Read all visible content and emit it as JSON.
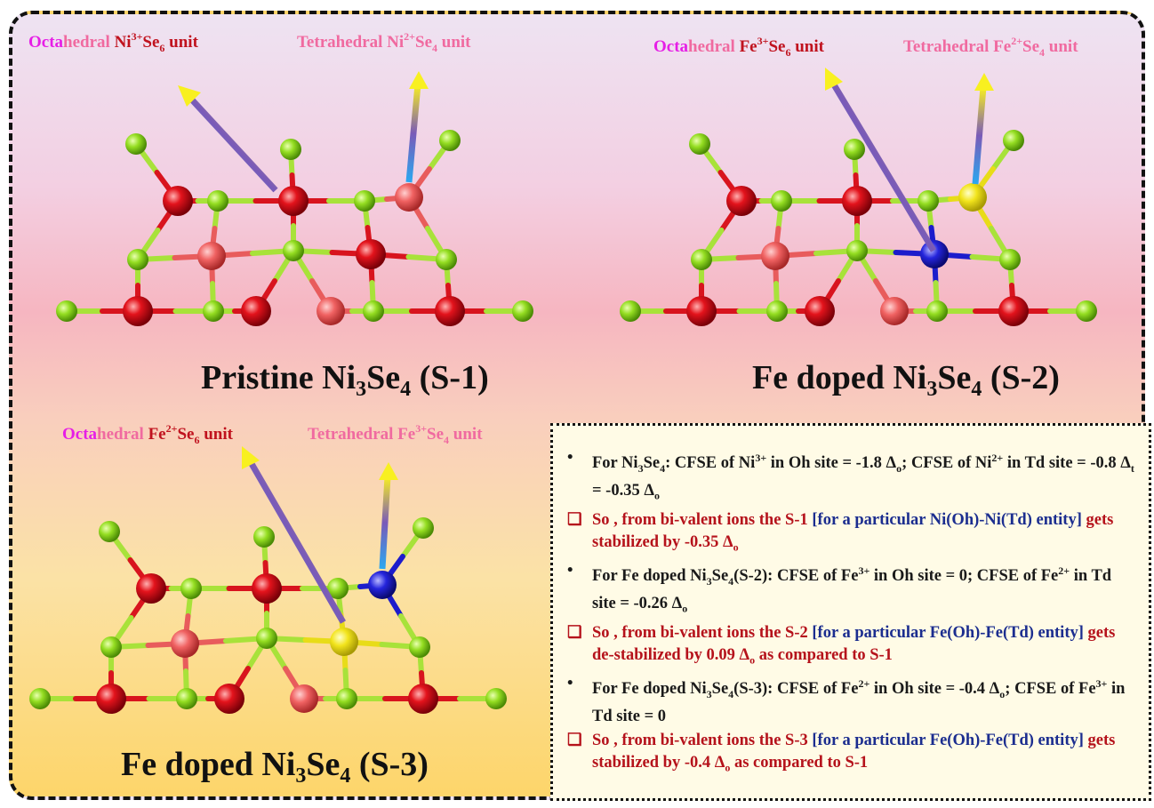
{
  "panels": {
    "s1": {
      "label_oct": {
        "p1": "Octa",
        "p2": "hedral ",
        "p3": "Ni",
        "p3sup": "3+",
        "p4": "Se",
        "p4sub": "6",
        "p5": " unit"
      },
      "label_tet": {
        "p1": "Tetrahedral ",
        "p2": "Ni",
        "p2sup": "2+",
        "p3": "Se",
        "p3sub": "4",
        "p4": " unit"
      },
      "title": {
        "a": "Pristine Ni",
        "b": "3",
        "c": "Se",
        "d": "4",
        "e": " (S-1)"
      }
    },
    "s2": {
      "label_oct": {
        "p1": "Octa",
        "p2": "hedral ",
        "p3": "Fe",
        "p3sup": "3+",
        "p4": "Se",
        "p4sub": "6",
        "p5": " unit"
      },
      "label_tet": {
        "p1": "Tetrahedral ",
        "p2": "Fe",
        "p2sup": "2+",
        "p3": "Se",
        "p3sub": "4",
        "p4": " unit"
      },
      "title": {
        "a": "Fe doped Ni",
        "b": "3",
        "c": "Se",
        "d": "4",
        "e": " (S-2)"
      }
    },
    "s3": {
      "label_oct": {
        "p1": "Octa",
        "p2": "hedral ",
        "p3": "Fe",
        "p3sup": "2+",
        "p4": "Se",
        "p4sub": "6",
        "p5": " unit"
      },
      "label_tet": {
        "p1": "Tetrahedral ",
        "p2": "Fe",
        "p2sup": "3+",
        "p3": "Se",
        "p3sub": "4",
        "p4": " unit"
      },
      "title": {
        "a": "Fe doped Ni",
        "b": "3",
        "c": "Se",
        "d": "4",
        "e": " (S-3)"
      }
    }
  },
  "info": {
    "b1": {
      "t1": "For Ni",
      "t1s": "3",
      "t2": "Se",
      "t2s": "4",
      "t3": ": CFSE of Ni",
      "t3p": "3+",
      "t4": " in Oh site = -1.8 Δ",
      "t4s": "o",
      "t5": "; CFSE of Ni",
      "t5p": "2+",
      "t6": " in Td site = -0.8 Δ",
      "t6s": "t",
      "t7": " = -0.35 Δ",
      "t7s": "o"
    },
    "q1": {
      "t1": "So , from bi-valent ions the S-1 ",
      "t2": "[for a particular Ni(Oh)-Ni(Td) entity]",
      "t3": " gets stabilized by -0.35 Δ",
      "t3s": "o"
    },
    "b2": {
      "t1": "For Fe doped Ni",
      "t1s": "3",
      "t2": "Se",
      "t2s": "4",
      "t3": "(S-2): CFSE of Fe",
      "t3p": "3+",
      "t4": " in Oh site = 0; CFSE of Fe",
      "t4p": "2+",
      "t5": " in Td site = -0.26 Δ",
      "t5s": "o"
    },
    "q2": {
      "t1": "So , from bi-valent ions the S-2 ",
      "t2": "[for a particular Fe(Oh)-Fe(Td) entity]",
      "t3": " gets de-stabilized by 0.09 Δ",
      "t3s": "o",
      "t4": " as compared to S-1"
    },
    "b3": {
      "t1": "For Fe doped Ni",
      "t1s": "3",
      "t2": "Se",
      "t2s": "4",
      "t3": "(S-3): CFSE of Fe",
      "t3p": "2+",
      "t4": " in Oh site = -0.4 Δ",
      "t4s": "o",
      "t5": "; CFSE of Fe",
      "t5p": "3+",
      "t6": " in Td site = 0"
    },
    "q3": {
      "t1": "So , from bi-valent ions the S-3 ",
      "t2": "[for a particular Fe(Oh)-Fe(Td) entity]",
      "t3": " gets stabilized by -0.4 Δ",
      "t3s": "o",
      "t4": " as compared to S-1"
    }
  },
  "colors": {
    "se": "#8fdc1e",
    "ni_oct": "#e0141e",
    "ni_tet": "#f06060",
    "fe_oct": "#e0141e",
    "fe3_tet": "#f2e21c",
    "fe2_tet": "#2323d8",
    "label_magenta": "#e61ee6",
    "label_pink": "#f06aa0",
    "label_darkred": "#c0121e"
  }
}
